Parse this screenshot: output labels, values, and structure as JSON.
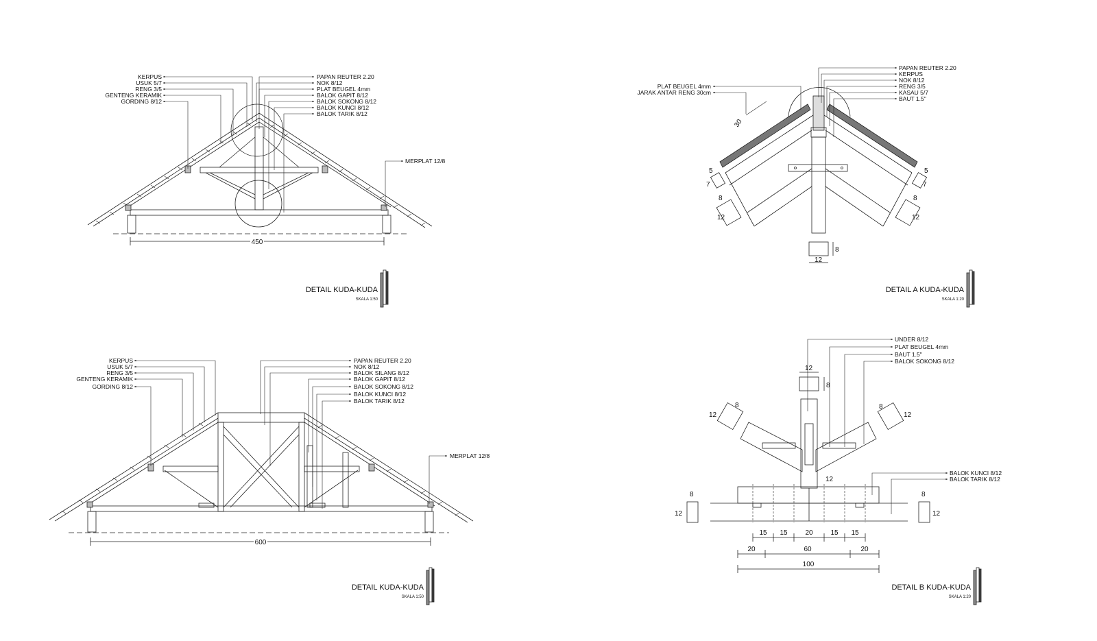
{
  "sheet": {
    "drawings": [
      {
        "id": "kuda-kuda-450",
        "title": "DETAIL KUDA-KUDA",
        "scale": "SKALA 1:50",
        "span": "450",
        "labels_left": [
          "KERPUS",
          "USUK 5/7",
          "RENG 3/5",
          "GENTENG KERAMIK",
          "GORDING 8/12"
        ],
        "labels_right": [
          "PAPAN REUTER 2.20",
          "NOK 8/12",
          "PLAT BEUGEL 4mm",
          "BALOK GAPIT 8/12",
          "BALOK SOKONG 8/12",
          "BALOK KUNCI 8/12",
          "BALOK TARIK 8/12"
        ],
        "label_merplat": "MERPLAT 12/8"
      },
      {
        "id": "detail-a",
        "title": "DETAIL A KUDA-KUDA",
        "scale": "SKALA 1:20",
        "labels_left": [
          "PLAT BEUGEL 4mm",
          "JARAK ANTAR RENG 30cm"
        ],
        "labels_right": [
          "PAPAN REUTER 2.20",
          "KERPUS",
          "NOK 8/12",
          "RENG 3/5",
          "KASAU 5/7",
          "BAUT 1.5\""
        ],
        "dims": {
          "reng_spacing": "30",
          "left_small_a": "5",
          "left_small_b": "7",
          "left_big_a": "8",
          "left_big_b": "12",
          "right_small_a": "5",
          "right_small_b": "7",
          "right_big_a": "8",
          "right_big_b": "12",
          "post_w": "12",
          "post_h": "8"
        }
      },
      {
        "id": "kuda-kuda-600",
        "title": "DETAIL KUDA-KUDA",
        "scale": "SKALA 1:50",
        "span": "600",
        "labels_left": [
          "KERPUS",
          "USUK 5/7",
          "RENG 3/5",
          "GENTENG KERAMIK",
          "GORDING 8/12"
        ],
        "labels_right": [
          "PAPAN REUTER 2.20",
          "NOK 8/12",
          "BALOK SILANG 8/12",
          "BALOK GAPIT 8/12",
          "BALOK SOKONG 8/12",
          "BALOK KUNCI 8/12",
          "BALOK TARIK 8/12"
        ],
        "label_merplat": "MERPLAT 12/8"
      },
      {
        "id": "detail-b",
        "title": "DETAIL B KUDA-KUDA",
        "scale": "SKALA 1:20",
        "labels_top": [
          "UNDER 8/12",
          "PLAT BEUGEL 4mm",
          "BAUT 1.5\"",
          "BALOK SOKONG 8/12"
        ],
        "labels_right": [
          "BALOK KUNCI 8/12",
          "BALOK TARIK 8/12"
        ],
        "dims": {
          "top_w": "12",
          "top_h": "8",
          "left_strut_a": "12",
          "left_strut_b": "8",
          "right_strut_a": "8",
          "right_strut_b": "12",
          "gap": "12",
          "left_tie_w": "8",
          "left_tie_h": "12",
          "right_tie_w": "8",
          "right_tie_h": "12",
          "row1": [
            "15",
            "15",
            "20",
            "15",
            "15"
          ],
          "row2": [
            "20",
            "60",
            "20"
          ],
          "total": "100"
        }
      }
    ]
  }
}
